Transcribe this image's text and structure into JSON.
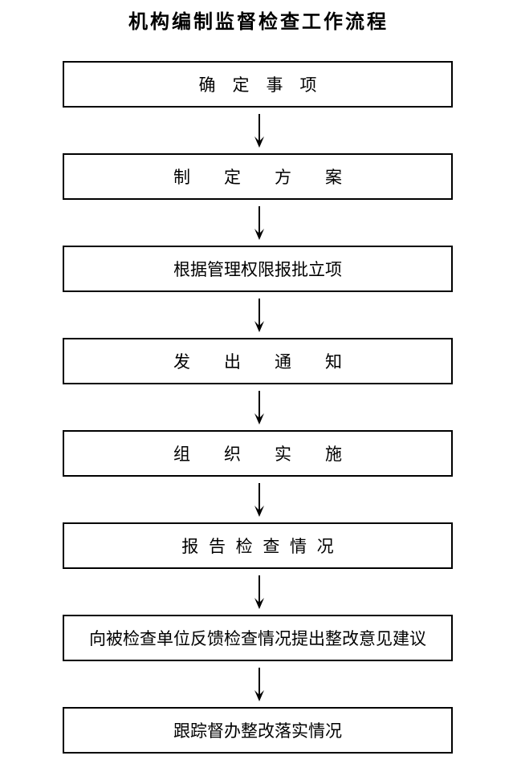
{
  "title": "机构编制监督检查工作流程",
  "steps": [
    "确　定　事　项",
    "制　　定　　方　　案",
    "根据管理权限报批立项",
    "发　　出　　通　　知",
    "组　　织　　实　　施",
    "报 告 检 查 情 况",
    "向被检查单位反馈检查情况提出整改意见建议",
    "跟踪督办整改落实情况"
  ],
  "colors": {
    "line": "#000000",
    "background": "#ffffff"
  }
}
